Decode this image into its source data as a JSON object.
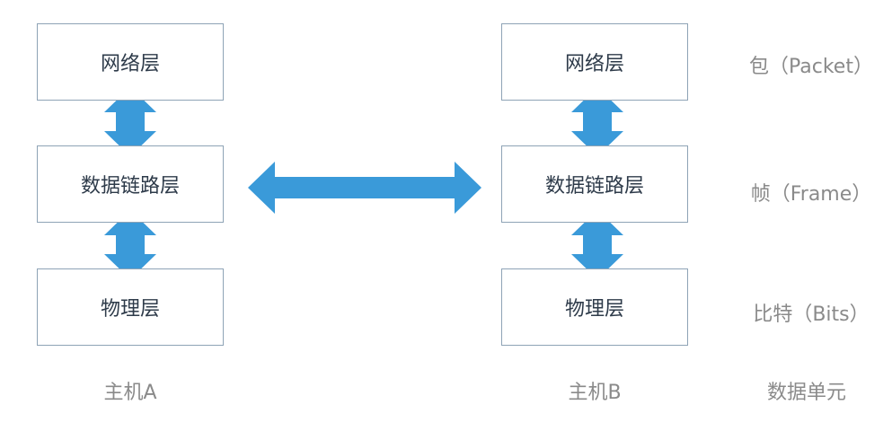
{
  "host_a": {
    "layers": [
      "网络层",
      "数据链路层",
      "物理层"
    ],
    "label": "主机A"
  },
  "host_b": {
    "layers": [
      "网络层",
      "数据链路层",
      "物理层"
    ],
    "label": "主机B"
  },
  "units": {
    "items": [
      "包（Packet）",
      "帧（Frame）",
      "比特（Bits）"
    ],
    "header": "数据单元"
  },
  "colors": {
    "arrow": "#3a9ad9",
    "box_border": "#8ea3b6",
    "muted_text": "#8a8a8a"
  }
}
